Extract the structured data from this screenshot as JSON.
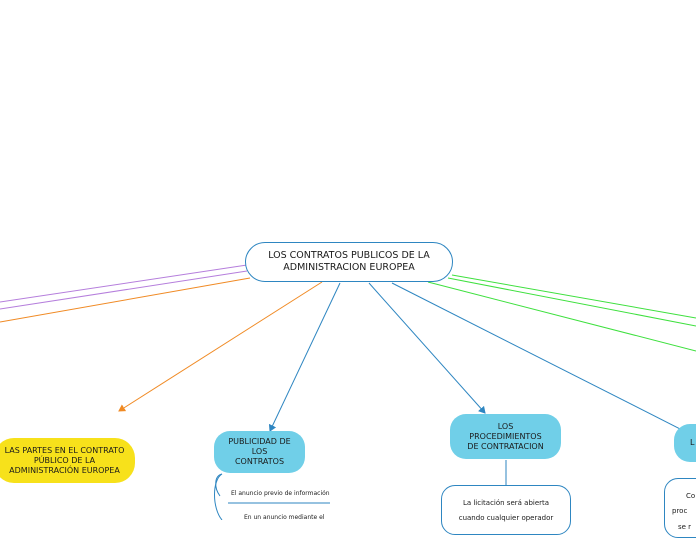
{
  "root": {
    "line1": "LOS CONTRATOS PUBLICOS DE LA",
    "line2": "ADMINISTRACION EUROPEA"
  },
  "branches": {
    "partes": {
      "line1": "LAS PARTES EN EL CONTRATO",
      "line2": "PÚBLICO DE LA",
      "line3": "ADMINISTRACIÓN EUROPEA"
    },
    "publicidad": {
      "line1": "PUBLICIDAD DE",
      "line2": "LOS",
      "line3": "CONTRATOS"
    },
    "procedimientos": {
      "line1": "LOS",
      "line2": "PROCEDIMIENTOS",
      "line3": "DE CONTRATACION"
    },
    "right": {
      "label": "L"
    }
  },
  "publicidad_items": {
    "item1": "El anuncio previo de información",
    "item2": "En un anuncio mediante el"
  },
  "procedimientos_items": {
    "item1_line1": "La licitación será abierta",
    "item1_line2": "cuando cualquier operador"
  },
  "right_items": {
    "line1": "Co",
    "line2": "proc",
    "line3": "se r"
  },
  "colors": {
    "blue": "#2e86c1",
    "orange": "#f08a24",
    "purple": "#b57edc",
    "green": "#3ee03e",
    "yellow": "#f7e11b",
    "cyan": "#70cfe8"
  }
}
